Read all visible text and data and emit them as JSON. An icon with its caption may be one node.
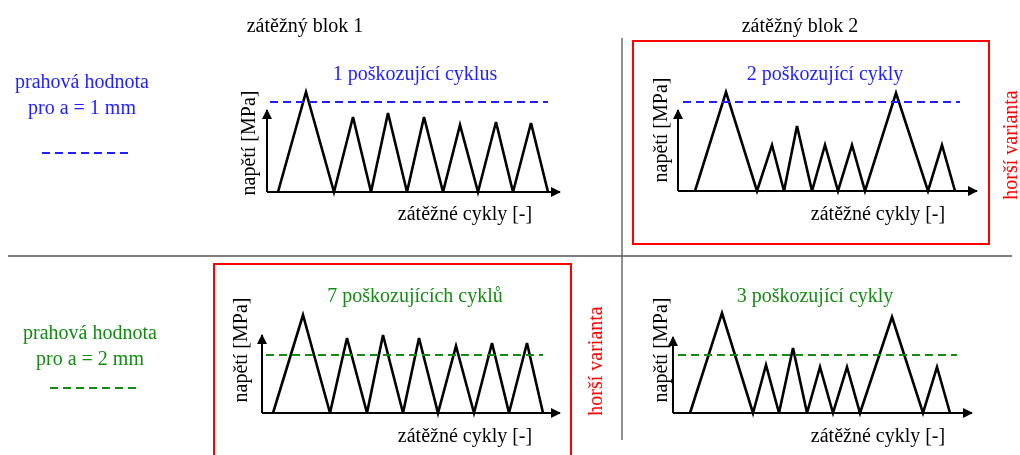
{
  "diagram": {
    "nodes": [
      {
        "text": [
          "horší varianta"
        ]
      },
      {
        "text": [
          "horší varianta"
        ]
      }
    ],
    "edges": [],
    "labels": [
      "zátěžný blok 1",
      "zátěžný blok 2",
      "1 poškozující cyklus",
      "napětí [MPa]",
      "zátěžné cykly [-]",
      "2 poškozující cykly",
      "napětí [MPa]",
      "zátěžné cykly [-]",
      "7 poškozujících cyklů",
      "napětí [MPa]",
      "zátěžné cykly [-]",
      "3 poškozující cykly",
      "napětí [MPa]",
      "zátěžné cykly [-]"
    ],
    "legend": [
      {
        "text": "prahová hodnota pro a = 1 mm"
      },
      {
        "text": "prahová hodnota pro a = 2 mm"
      }
    ]
  }
}
